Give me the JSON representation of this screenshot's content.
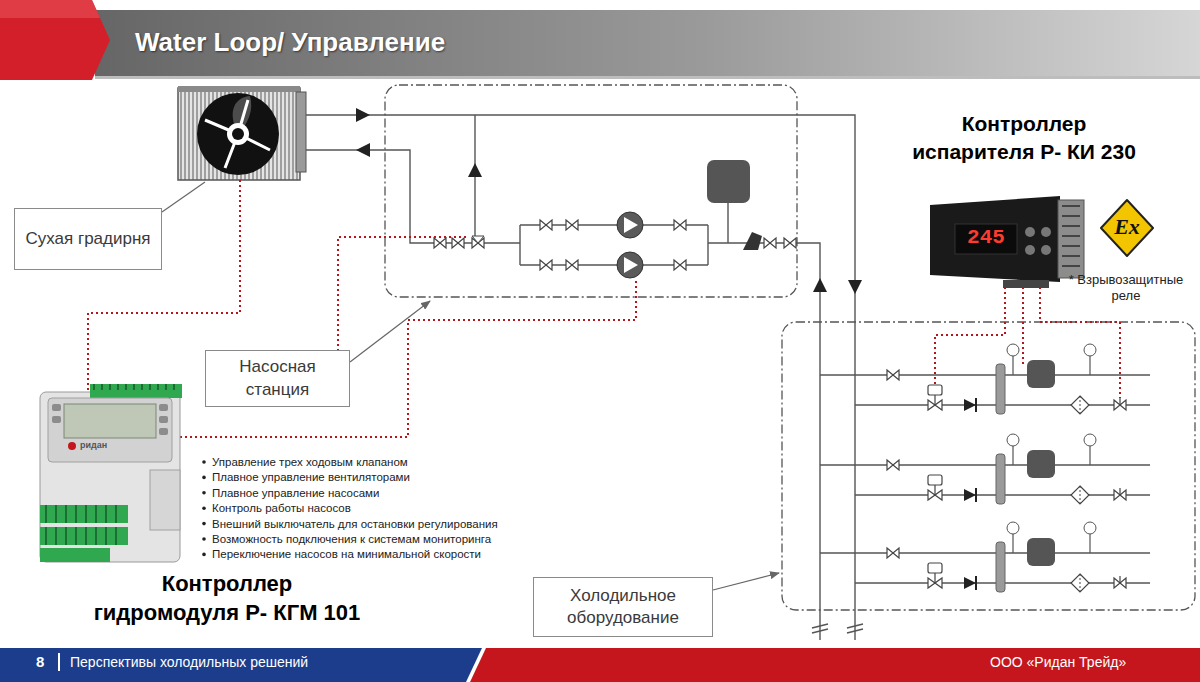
{
  "diagram": {
    "title": "Water Loop/ Управление",
    "nodes": [
      {
        "text": [
          "Контроллер испарителя Р- КИ 230"
        ]
      },
      {
        "text": [
          "Сухая градирня"
        ]
      },
      {
        "text": [
          "Насосная станция"
        ]
      },
      {
        "text": [
          "Контроллер гидромодуля Р- КГМ 101"
        ]
      },
      {
        "text": [
          "Холодильное оборудование"
        ]
      }
    ],
    "labels": [
      "245",
      "Ex",
      "* Взрывозащитные реле",
      "ридан",
      "Управление трех ходовым клапаном",
      "Плавное управление вентиляторами",
      "Плавное управление насосами",
      "Контроль работы насосов",
      "Внешний выключатель для остановки регулирования",
      "Возможность подключения к системам мониторинга",
      "Переключение насосов на минимальной скорости",
      "8",
      "Перспективы холодильных решений",
      "ООО «Ридан Трейд»"
    ]
  }
}
